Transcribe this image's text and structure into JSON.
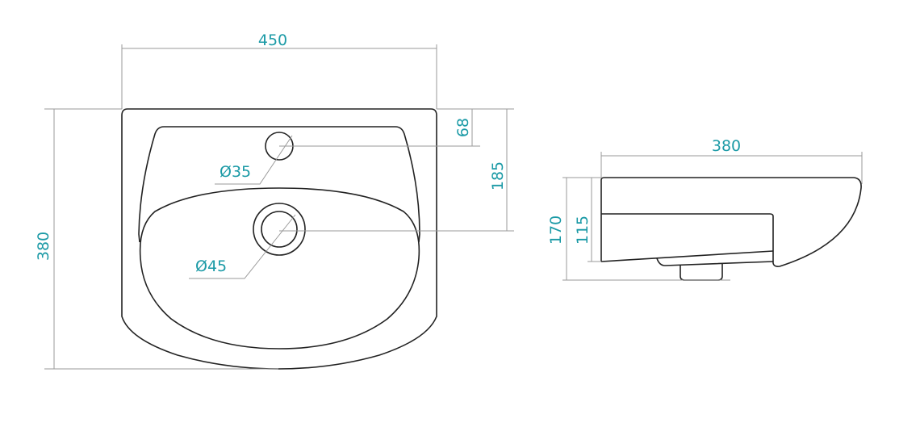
{
  "title": "Washbasin dimensional drawing",
  "colors": {
    "dimension_text": "#1b9aa6",
    "outline": "#222222",
    "dimension_line": "#9a9a9a"
  },
  "front_view": {
    "width": "450",
    "depth": "380",
    "tap_hole_offset": "68",
    "drain_offset": "185",
    "tap_hole_diameter": "Ø35",
    "drain_diameter": "Ø45"
  },
  "side_view": {
    "depth": "380",
    "total_height": "170",
    "bowl_height": "115"
  }
}
